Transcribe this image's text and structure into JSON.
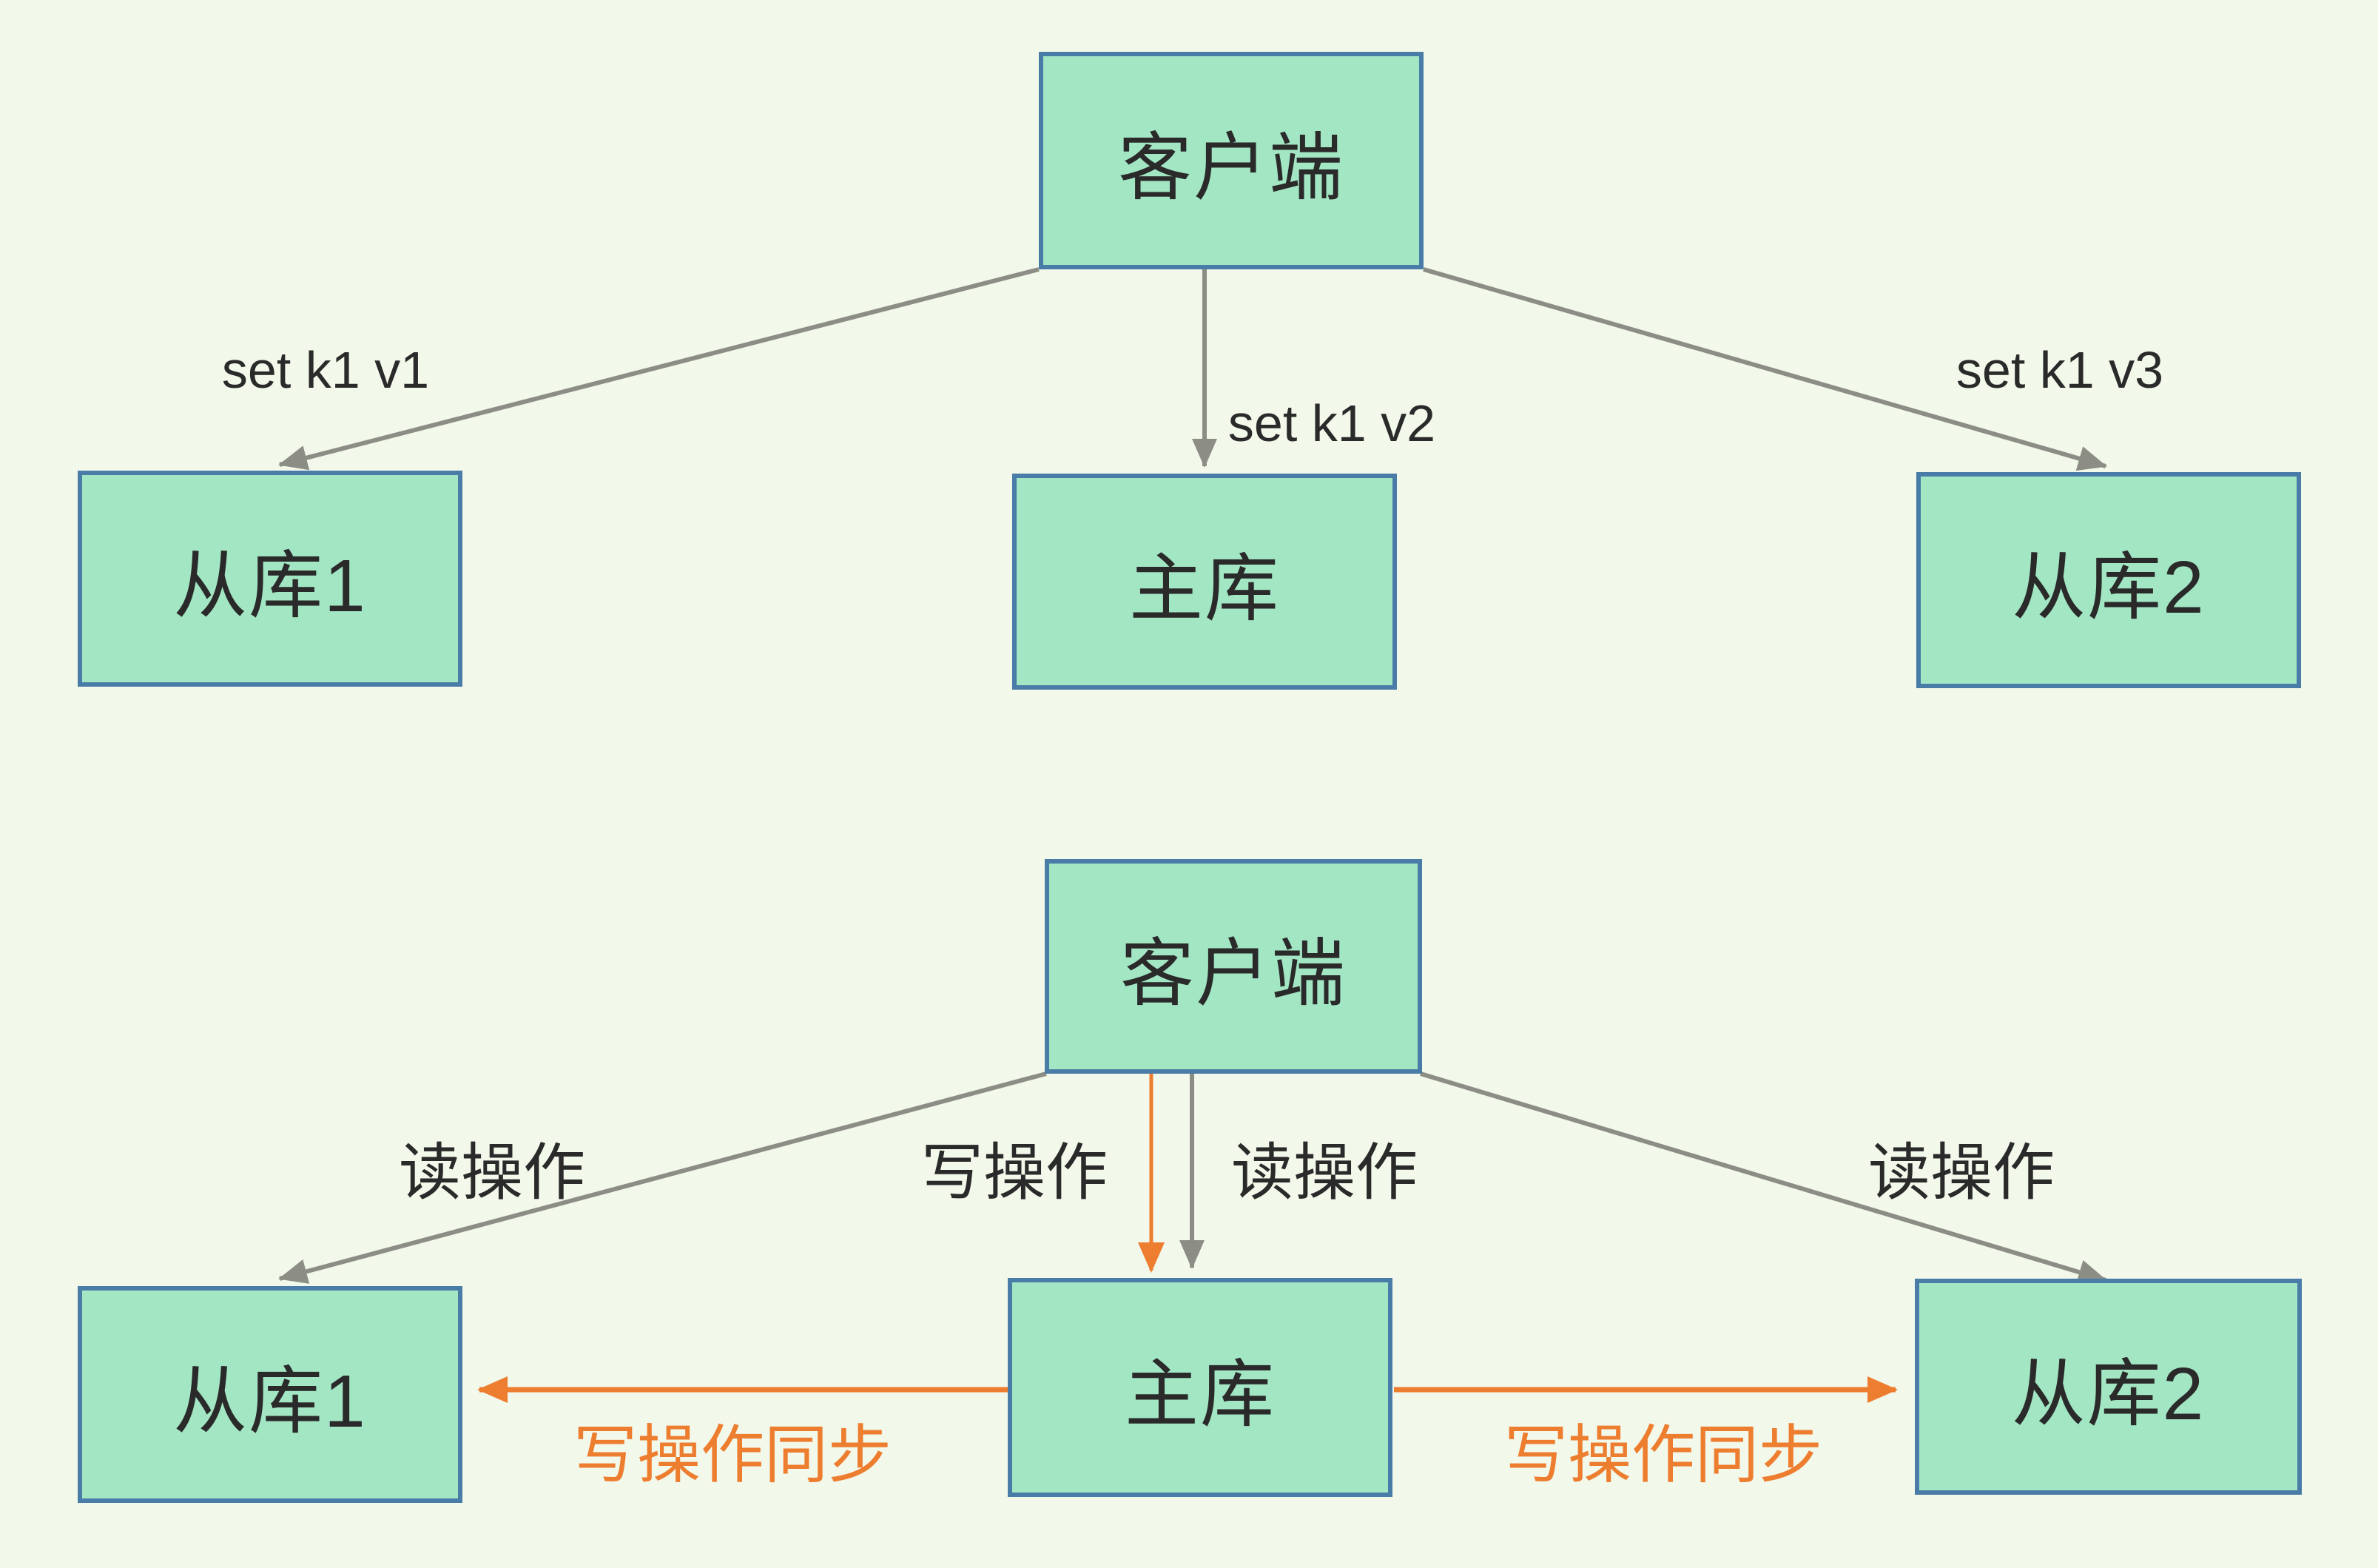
{
  "colors": {
    "background": "#F2F8EA",
    "node_fill": "#A2E6C4",
    "node_border": "#4A7CA8",
    "edge_gray": "#8C8E86",
    "edge_orange": "#ED7D2F",
    "text": "#2A2A2A"
  },
  "top_diagram": {
    "client": "客户端",
    "slave1": "从库1",
    "master": "主库",
    "slave2": "从库2",
    "labels": {
      "to_slave1": "set k1 v1",
      "to_master": "set k1 v2",
      "to_slave2": "set k1 v3"
    }
  },
  "bottom_diagram": {
    "client": "客户端",
    "slave1": "从库1",
    "master": "主库",
    "slave2": "从库2",
    "labels": {
      "read_slave1": "读操作",
      "write_master": "写操作",
      "read_master": "读操作",
      "read_slave2": "读操作",
      "sync_to_slave1": "写操作同步",
      "sync_to_slave2": "写操作同步"
    }
  }
}
